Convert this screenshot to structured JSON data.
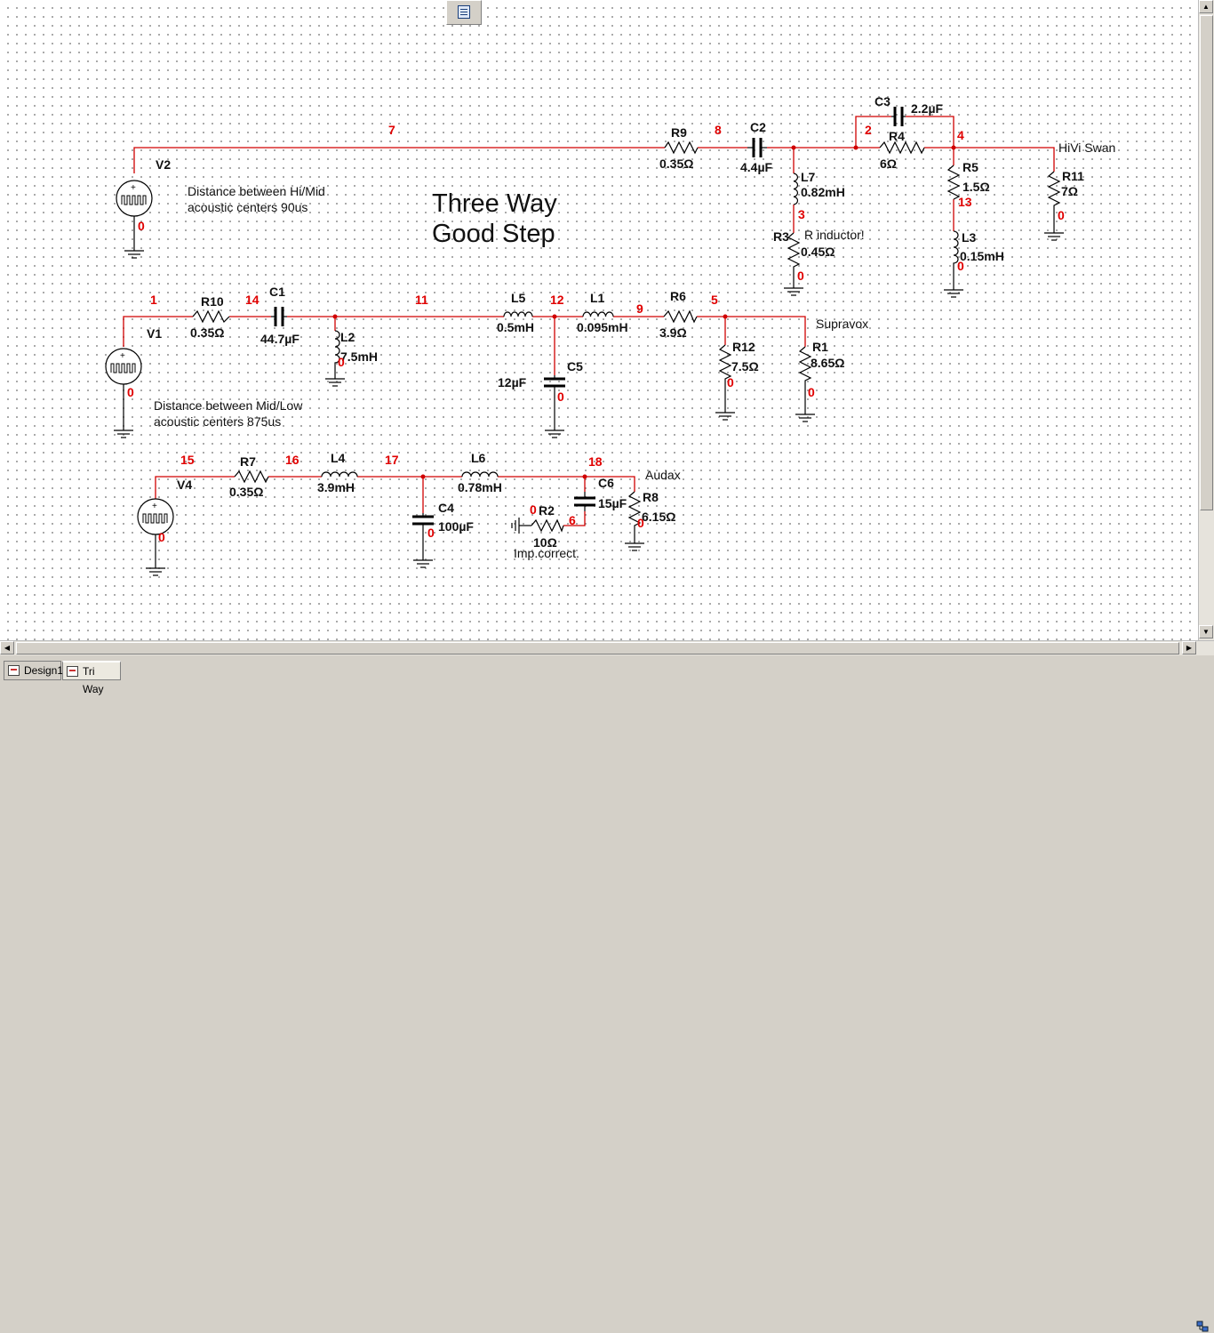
{
  "schematic": {
    "title": [
      "Three Way",
      "Good Step"
    ],
    "notes": {
      "hi_mid": [
        "Distance between Hi/Mid",
        "acoustic centers 90us"
      ],
      "mid_low": [
        "Distance between Mid/Low",
        "acoustic centers 875us"
      ],
      "r_inductor": "R inductor!",
      "imp_correct": "Imp.correct."
    },
    "drivers": {
      "hivi": "HiVi Swan",
      "supravox": "Supravox",
      "audax": "Audax"
    },
    "components": [
      {
        "id": "V2",
        "ref": "V2",
        "value": ""
      },
      {
        "id": "R9",
        "ref": "R9",
        "value": "0.35Ω"
      },
      {
        "id": "C2",
        "ref": "C2",
        "value": "4.4µF"
      },
      {
        "id": "C3",
        "ref": "C3",
        "value": "2.2µF"
      },
      {
        "id": "R4",
        "ref": "R4",
        "value": "6Ω"
      },
      {
        "id": "L7",
        "ref": "L7",
        "value": "0.82mH"
      },
      {
        "id": "R3",
        "ref": "R3",
        "value": "0.45Ω"
      },
      {
        "id": "R5",
        "ref": "R5",
        "value": "1.5Ω"
      },
      {
        "id": "L3",
        "ref": "L3",
        "value": "0.15mH"
      },
      {
        "id": "R11",
        "ref": "R11",
        "value": "7Ω"
      },
      {
        "id": "V1",
        "ref": "V1",
        "value": ""
      },
      {
        "id": "R10",
        "ref": "R10",
        "value": "0.35Ω"
      },
      {
        "id": "C1",
        "ref": "C1",
        "value": "44.7µF"
      },
      {
        "id": "L2",
        "ref": "L2",
        "value": "7.5mH"
      },
      {
        "id": "L5",
        "ref": "L5",
        "value": "0.5mH"
      },
      {
        "id": "C5",
        "ref": "C5",
        "value": "12µF"
      },
      {
        "id": "L1",
        "ref": "L1",
        "value": "0.095mH"
      },
      {
        "id": "R6",
        "ref": "R6",
        "value": "3.9Ω"
      },
      {
        "id": "R12",
        "ref": "R12",
        "value": "7.5Ω"
      },
      {
        "id": "R1",
        "ref": "R1",
        "value": "8.65Ω"
      },
      {
        "id": "V4",
        "ref": "V4",
        "value": ""
      },
      {
        "id": "R7",
        "ref": "R7",
        "value": "0.35Ω"
      },
      {
        "id": "L4",
        "ref": "L4",
        "value": "3.9mH"
      },
      {
        "id": "C4",
        "ref": "C4",
        "value": "100µF"
      },
      {
        "id": "L6",
        "ref": "L6",
        "value": "0.78mH"
      },
      {
        "id": "C6",
        "ref": "C6",
        "value": "15µF"
      },
      {
        "id": "R2",
        "ref": "R2",
        "value": "10Ω"
      },
      {
        "id": "R8",
        "ref": "R8",
        "value": "6.15Ω"
      }
    ],
    "nets": {
      "n7": "7",
      "n8": "8",
      "n2": "2",
      "n4": "4",
      "n3": "3",
      "n13": "13",
      "n1": "1",
      "n14": "14",
      "n11": "11",
      "n12": "12",
      "n9": "9",
      "n5": "5",
      "n15": "15",
      "n16": "16",
      "n17": "17",
      "n18": "18",
      "n6": "6",
      "g_v2": "0",
      "g_r3": "0",
      "g_l3": "0",
      "g_r11": "0",
      "g_v1": "0",
      "g_l2": "0",
      "g_c5": "0",
      "g_r12": "0",
      "g_r1": "0",
      "g_v4": "0",
      "g_c4": "0",
      "g_r2": "0",
      "g_r8": "0"
    }
  },
  "tabs": [
    {
      "label": "Design1",
      "active": false
    },
    {
      "label": "Tri Way",
      "active": true
    }
  ],
  "toolbar": {
    "icon": "sheet-properties-icon"
  },
  "colors": {
    "wire": "#d00000",
    "net_label": "#e00000",
    "canvas": "#ffffff"
  }
}
